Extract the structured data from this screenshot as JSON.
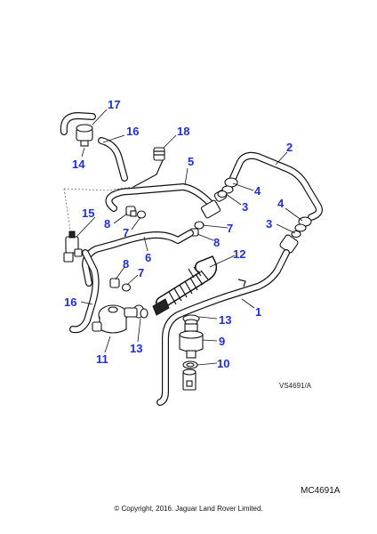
{
  "diagram": {
    "callouts": [
      {
        "key": "c1",
        "label": "1"
      },
      {
        "key": "c2",
        "label": "2"
      },
      {
        "key": "c3a",
        "label": "3"
      },
      {
        "key": "c3b",
        "label": "3"
      },
      {
        "key": "c4a",
        "label": "4"
      },
      {
        "key": "c4b",
        "label": "4"
      },
      {
        "key": "c5",
        "label": "5"
      },
      {
        "key": "c6",
        "label": "6"
      },
      {
        "key": "c7a",
        "label": "7"
      },
      {
        "key": "c7b",
        "label": "7"
      },
      {
        "key": "c7c",
        "label": "7"
      },
      {
        "key": "c8a",
        "label": "8"
      },
      {
        "key": "c8b",
        "label": "8"
      },
      {
        "key": "c8c",
        "label": "8"
      },
      {
        "key": "c9",
        "label": "9"
      },
      {
        "key": "c10",
        "label": "10"
      },
      {
        "key": "c11",
        "label": "11"
      },
      {
        "key": "c12",
        "label": "12"
      },
      {
        "key": "c13a",
        "label": "13"
      },
      {
        "key": "c13b",
        "label": "13"
      },
      {
        "key": "c14",
        "label": "14"
      },
      {
        "key": "c15",
        "label": "15"
      },
      {
        "key": "c16a",
        "label": "16"
      },
      {
        "key": "c16b",
        "label": "16"
      },
      {
        "key": "c17",
        "label": "17"
      },
      {
        "key": "c18",
        "label": "18"
      }
    ],
    "reference": "VS4691/A",
    "callout_color": "#1f2fd6"
  },
  "footer": {
    "diagram_code": "MC4691A",
    "copyright": "© Copyright, 2016. Jaguar Land Rover Limited."
  }
}
